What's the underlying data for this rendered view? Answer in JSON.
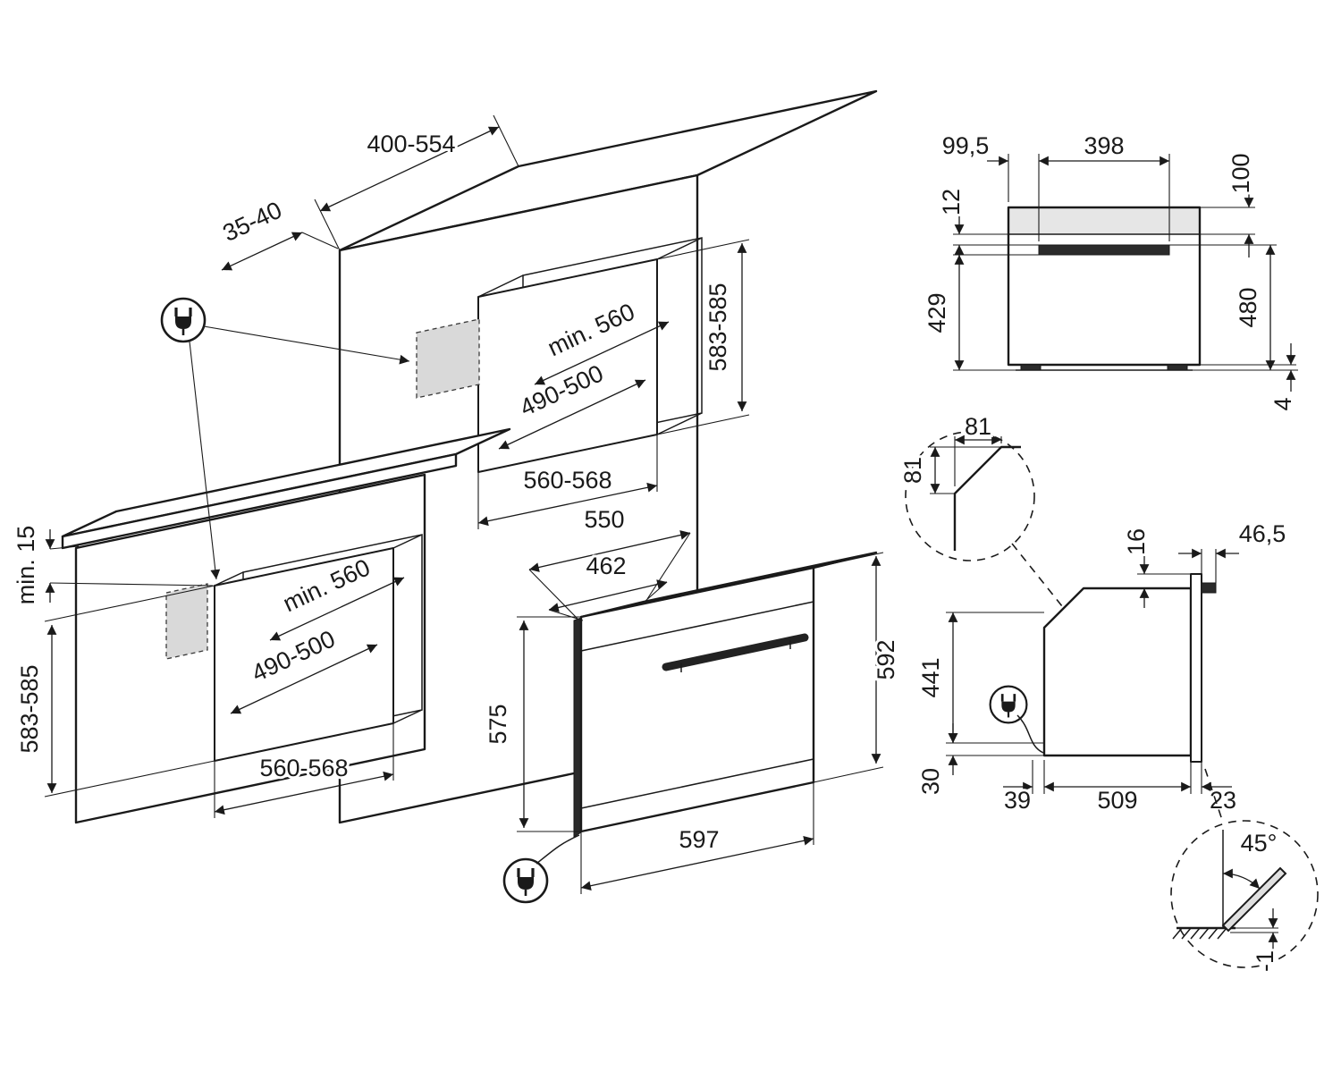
{
  "colors": {
    "line": "#1a1a1a",
    "background": "#ffffff",
    "shaded_connection_area": "#d9d9d9",
    "panel_band": "#e6e6e6",
    "handle": "#2b2b2b"
  },
  "icons": [
    {
      "name": "power-plug-icon",
      "representation": "circle with mains plug symbol"
    }
  ],
  "cabinet_iso": {
    "top_depth": "400-554",
    "rear_gap": "35-40",
    "niche_height_right": "583-585",
    "niche_depth_upper": "min. 560",
    "niche_clearance_upper": "490-500",
    "niche_width_upper": "560-568",
    "counter_gap": "min. 15",
    "niche_height_left": "583-585",
    "niche_depth_lower": "min. 560",
    "niche_clearance_lower": "490-500",
    "niche_width_lower": "560-568"
  },
  "oven_iso": {
    "depth_total": "550",
    "depth_body": "462",
    "height_rear": "575",
    "height_front": "592",
    "width": "597"
  },
  "front_view": {
    "handle_offset": "99,5",
    "handle_width": "398",
    "panel_height": "100",
    "top_gap": "12",
    "door_height": "429",
    "body_height": "480",
    "plinth": "4"
  },
  "corner_detail": {
    "chamfer_width": "81",
    "chamfer_height": "81"
  },
  "side_view": {
    "top_recess": "16",
    "handle_depth": "46,5",
    "height": "441",
    "bottom_clearance": "30",
    "rear_gap": "39",
    "depth": "509",
    "door_thickness": "23"
  },
  "door_detail": {
    "open_angle": "45°",
    "floor_clearance": "-1"
  }
}
